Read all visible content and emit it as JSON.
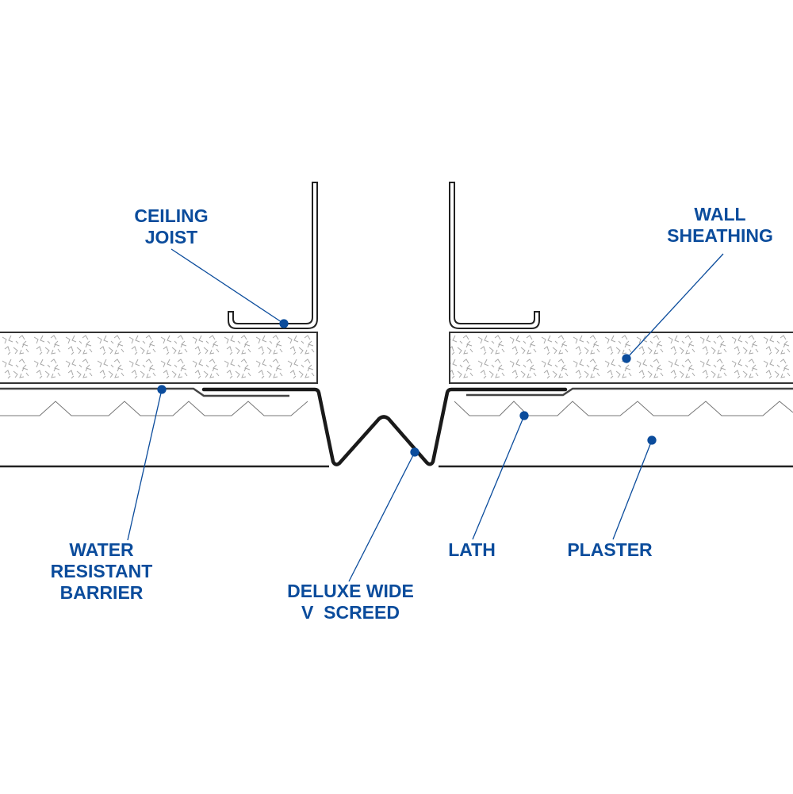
{
  "diagram": {
    "title": "Deluxe Wide V Screed Detail",
    "accent_color": "#0b4c9c",
    "labels": {
      "ceiling_joist": [
        "CEILING",
        "JOIST"
      ],
      "wall_sheathing": [
        "WALL",
        "SHEATHING"
      ],
      "water_resistant_barrier": [
        "WATER",
        "RESISTANT",
        "BARRIER"
      ],
      "deluxe_wide_v_screed": [
        "DELUXE WIDE",
        "V  SCREED"
      ],
      "lath": [
        "LATH"
      ],
      "plaster": [
        "PLASTER"
      ]
    }
  }
}
